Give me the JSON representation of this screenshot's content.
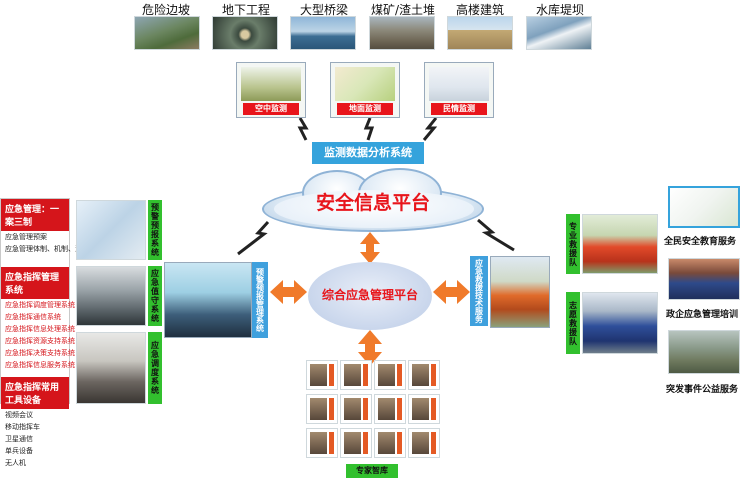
{
  "top_labels": [
    "危险边坡",
    "地下工程",
    "大型桥梁",
    "煤矿/渣土堆",
    "高楼建筑",
    "水库堤坝"
  ],
  "monitor_tags": [
    "空中监测",
    "地面监测",
    "民情监测"
  ],
  "analysis_system": "监测数据分析系统",
  "cloud_title": "安全信息平台",
  "center_title": "综合应急管理平台",
  "left_block_label": "预警预报管理系统",
  "right_block_label": "应急救援技术服务",
  "left_panel": {
    "section1": "应急管理：一案三制",
    "section1_items": [
      "应急管理预案",
      "应急管理体制、机制、法制"
    ],
    "section2": "应急指挥管理系统",
    "section2_items": [
      "应急指挥调度管理系统",
      "应急指挥通信系统",
      "应急指挥信息处理系统",
      "应急指挥资源支持系统",
      "应急指挥决策支持系统",
      "应急指挥信息服务系统"
    ],
    "section3": "应急指挥常用工具设备",
    "section3_items": [
      "视频会议",
      "移动指挥车",
      "卫星通信",
      "单兵设备",
      "无人机"
    ]
  },
  "left_tags": [
    "预警预报系统",
    "应急值守系统",
    "应急调度系统"
  ],
  "right_tags": [
    "专业救援队",
    "志愿救援队"
  ],
  "right_services": [
    "全民安全教育服务",
    "政企应急管理培训",
    "突发事件公益服务"
  ],
  "expert_label": "专家智库",
  "colors": {
    "accent_blue": "#35a3dc",
    "alert_red": "#e8151b",
    "tag_green": "#32c02e",
    "arrow_orange": "#f07a2a"
  }
}
